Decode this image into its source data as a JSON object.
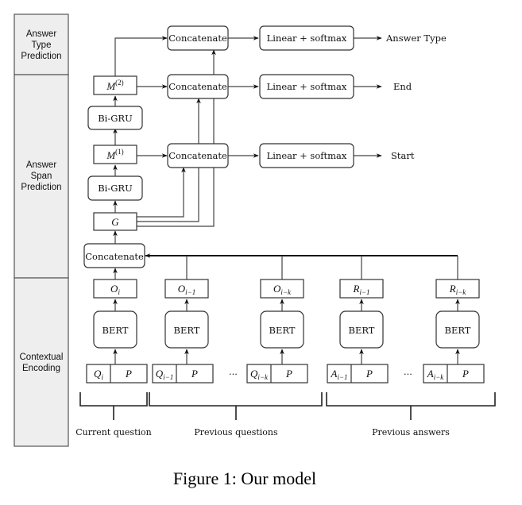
{
  "stages": [
    {
      "id": "answer-type",
      "lines": [
        "Answer",
        "Type",
        "Prediction"
      ]
    },
    {
      "id": "answer-span",
      "lines": [
        "Answer",
        "Span",
        "Prediction"
      ]
    },
    {
      "id": "contextual-encoding",
      "lines": [
        "Contextual",
        "Encoding"
      ]
    }
  ],
  "nodes": {
    "concat_type": "Concatenate",
    "concat_end": "Concatenate",
    "concat_start": "Concatenate",
    "concat_input": "Concatenate",
    "linear_type": "Linear + softmax",
    "linear_end": "Linear + softmax",
    "linear_start": "Linear + softmax",
    "bigru_top": "Bi-GRU",
    "bigru_bottom": "Bi-GRU",
    "m2": {
      "base": "M",
      "sup": "(2)"
    },
    "m1": {
      "base": "M",
      "sup": "(1)"
    },
    "g": "G"
  },
  "outputs": {
    "answer_type": "Answer Type",
    "end": "End",
    "start": "Start"
  },
  "encoders": [
    {
      "id": "current-question",
      "output": {
        "base": "O",
        "sub": "i"
      },
      "model": "BERT",
      "input_left": {
        "base": "Q",
        "sub": "i"
      },
      "input_right": "P"
    },
    {
      "id": "prev-question-1",
      "output": {
        "base": "O",
        "sub": "i−1"
      },
      "model": "BERT",
      "input_left": {
        "base": "Q",
        "sub": "i−1"
      },
      "input_right": "P"
    },
    {
      "id": "prev-question-k",
      "output": {
        "base": "O",
        "sub": "i−k"
      },
      "model": "BERT",
      "input_left": {
        "base": "Q",
        "sub": "i−k"
      },
      "input_right": "P"
    },
    {
      "id": "prev-answer-1",
      "output": {
        "base": "R",
        "sub": "i−1"
      },
      "model": "BERT",
      "input_left": {
        "base": "A",
        "sub": "i−1"
      },
      "input_right": "P"
    },
    {
      "id": "prev-answer-k",
      "output": {
        "base": "R",
        "sub": "i−k"
      },
      "model": "BERT",
      "input_left": {
        "base": "A",
        "sub": "i−k"
      },
      "input_right": "P"
    }
  ],
  "ellipsis": "···",
  "groups": {
    "current_question": "Current question",
    "previous_questions": "Previous questions",
    "previous_answers": "Previous answers"
  },
  "caption": "Figure 1: Our model"
}
